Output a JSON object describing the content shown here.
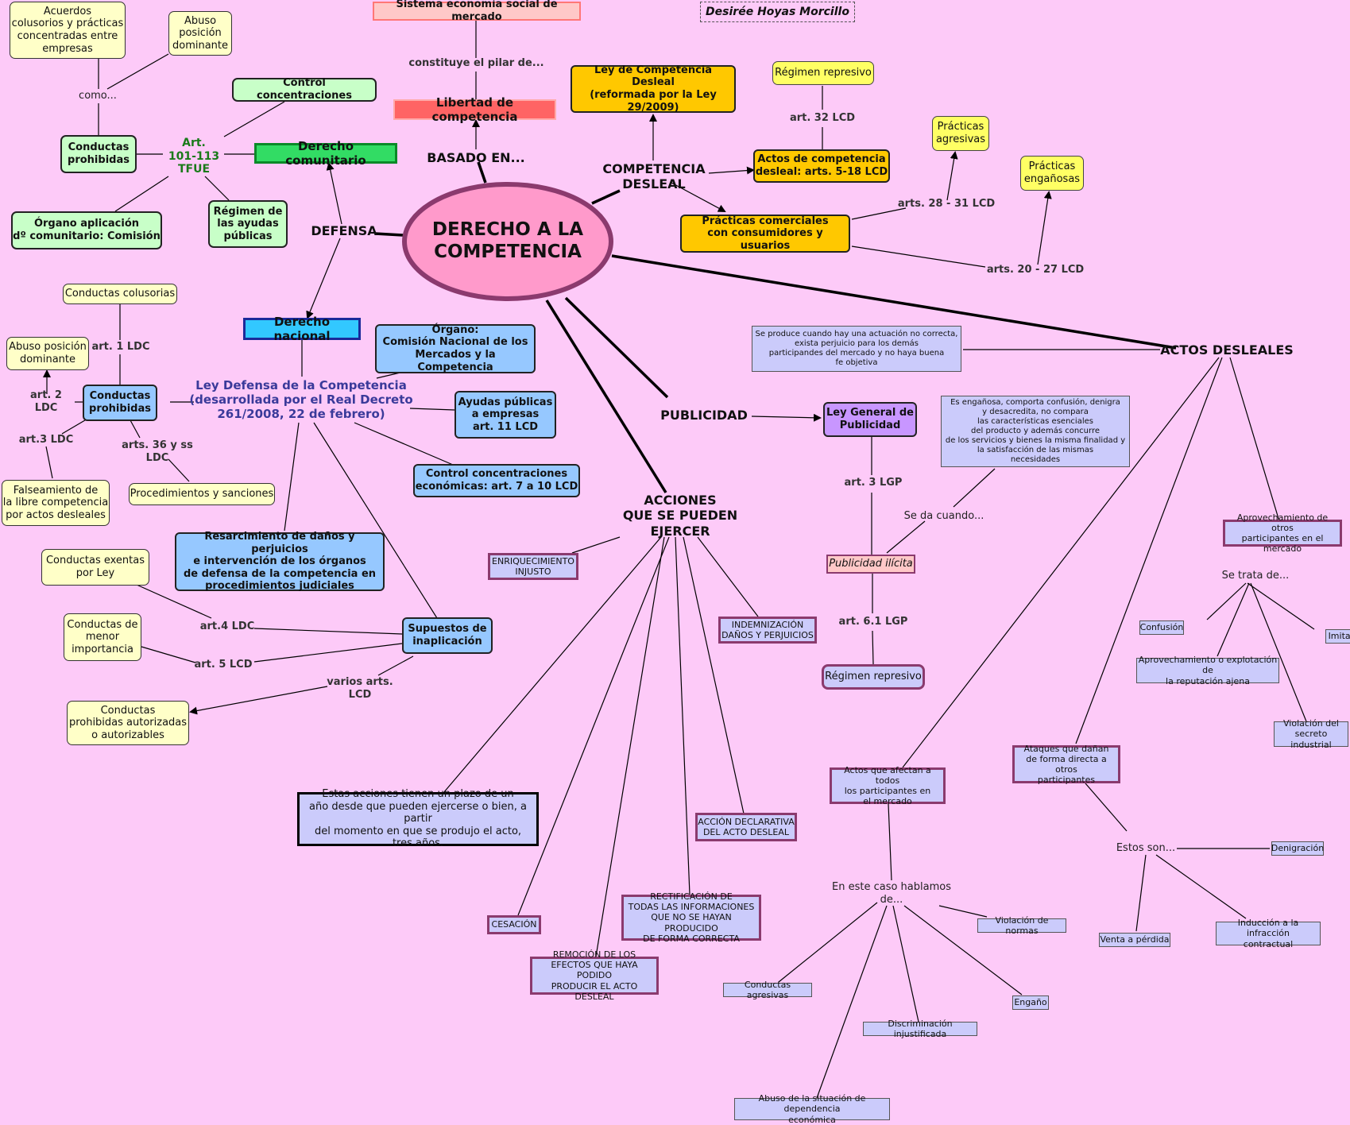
{
  "author": "Desirée Hoyas Morcillo",
  "center": "DERECHO A LA\nCOMPETENCIA",
  "top": {
    "sistema": "Sistema economía social de mercado",
    "constituye": "constituye el pilar de...",
    "libertad": "Libertad de competencia",
    "basado": "BASADO EN..."
  },
  "defensa": {
    "label": "DEFENSA",
    "comunitario": {
      "title": "Derecho comunitario",
      "art": "Art.\n101-113\nTFUE",
      "control": "Control concentraciones",
      "conductas": "Conductas\nprohibidas",
      "como": "como...",
      "acuerdos": "Acuerdos\ncolusorios y prácticas\nconcentradas entre\nempresas",
      "abuso": "Abuso\nposición\ndominante",
      "organo": "Órgano aplicación\ndº comunitario: Comisión",
      "regimen": "Régimen de\nlas ayudas\npúblicas"
    },
    "nacional": {
      "title": "Derecho nacional",
      "ley": "Ley Defensa de la Competencia\n(desarrollada por el Real Decreto\n261/2008, 22 de febrero)",
      "organo": "Órgano:\nComisión Nacional de los\nMercados y la Competencia",
      "ayudas": "Ayudas públicas\na empresas\nart. 11 LCD",
      "control": "Control concentraciones\neconómicas: art. 7 a 10 LCD",
      "resarcimiento": "Resarcimiento de daños y perjuicios\ne intervención de los órganos\nde defensa de la competencia en\nprocedimientos judiciales",
      "conductas": "Conductas\nprohibidas",
      "colusorias": "Conductas colusorias",
      "art1": "art. 1 LDC",
      "abuso": "Abuso posición\ndominante",
      "art2": "art. 2 LDC",
      "art3": "art.3 LDC",
      "falseamiento": "Falseamiento de\nla libre competencia\npor actos desleales",
      "arts36": "arts. 36 y ss\nLDC",
      "procedimientos": "Procedimientos y sanciones",
      "supuestos": "Supuestos de\ninaplicación",
      "exentas": "Conductas exentas\npor Ley",
      "art4": "art.4 LDC",
      "menor": "Conductas de\nmenor\nimportancia",
      "art5": "art. 5 LCD",
      "varios": "varios arts.\nLCD",
      "autorizadas": "Conductas\nprohibidas autorizadas\no autorizables"
    }
  },
  "desleal": {
    "label": "COMPETENCIA\nDESLEAL",
    "ley": "Ley de Competencia Desleal\n(reformada por la Ley\n29/2009)",
    "regimen": "Régimen represivo",
    "art32": "art. 32 LCD",
    "actos": "Actos de competencia\ndesleal: arts. 5-18 LCD",
    "practicas": "Prácticas comerciales\ncon consumidores y usuarios",
    "agresivas": "Prácticas\nagresivas",
    "enganosas": "Prácticas\nengañosas",
    "arts28": "arts. 28 - 31 LCD",
    "arts20": "arts. 20 - 27 LCD"
  },
  "publicidad": {
    "label": "PUBLICIDAD",
    "ley": "Ley General de\nPublicidad",
    "art3": "art. 3 LGP",
    "engano": "Es engañosa, comporta confusión, denigra\ny desacredita, no compara\nlas características esenciales\ndel producto y además concurre\nde los servicios y bienes la misma finalidad y\nla satisfacción de las mismas\nnecesidades",
    "seda": "Se da cuando...",
    "ilicita": "Publicidad ilícita",
    "art61": "art. 6.1 LGP",
    "regimen": "Régimen represivo"
  },
  "acciones": {
    "label": "ACCIONES\nQUE SE PUEDEN\nEJERCER",
    "enriquecimiento": "ENRIQUECIMIENTO\nINJUSTO",
    "indemnizacion": "INDEMNIZACIÓN\nDAÑOS Y PERJUICIOS",
    "plazo": "Estas acciones tienen un plazo de un\naño desde que pueden ejercerse o bien, a partir\ndel momento en que se produjo el acto,\ntres años.",
    "declarativa": "ACCIÓN DECLARATIVA\nDEL ACTO DESLEAL",
    "rectificacion": "RECTIFICACIÓN DE\nTODAS LAS INFORMACIONES\nQUE NO SE HAYAN PRODUCIDO\nDE FORMA CORRECTA",
    "cesacion": "CESACIÓN",
    "remocion": "REMOCIÓN DE LOS\nEFECTOS QUE HAYA PODIDO\nPRODUCIR EL ACTO DESLEAL"
  },
  "actos_desleales": {
    "label": "ACTOS DESLEALES",
    "definicion": "Se produce cuando hay una actuación no correcta,\nexista perjuicio para los demás\nparticipandes del mercado y no haya buena\nfe objetiva",
    "aprovechamiento": "Aprovechamiento de otros\nparticipantes en el mercado",
    "setrata": "Se trata de...",
    "confusion": "Confusión",
    "imitacion": "Imitación",
    "reputacion": "Aprovechamiento o explotación de\nla reputación ajena",
    "violacion_secreto": "Violación del\nsecreto industrial",
    "ataques": "Ataques que dañan\nde forma directa a otros\nparticipantes",
    "estos": "Estos son...",
    "denigracion": "Denigración",
    "venta": "Venta a pérdida",
    "induccion": "Inducción a la infracción\ncontractual",
    "afectan": "Actos que afectan a todos\nlos participantes en\nel mercado",
    "encaso": "En este caso hablamos\nde...",
    "violacion_normas": "Violación de normas",
    "agresivas": "Conductas agresivas",
    "engano": "Engaño",
    "discriminacion": "Discriminación injustificada",
    "abuso_dependencia": "Abuso de la situación de dependencia\neconómica"
  }
}
